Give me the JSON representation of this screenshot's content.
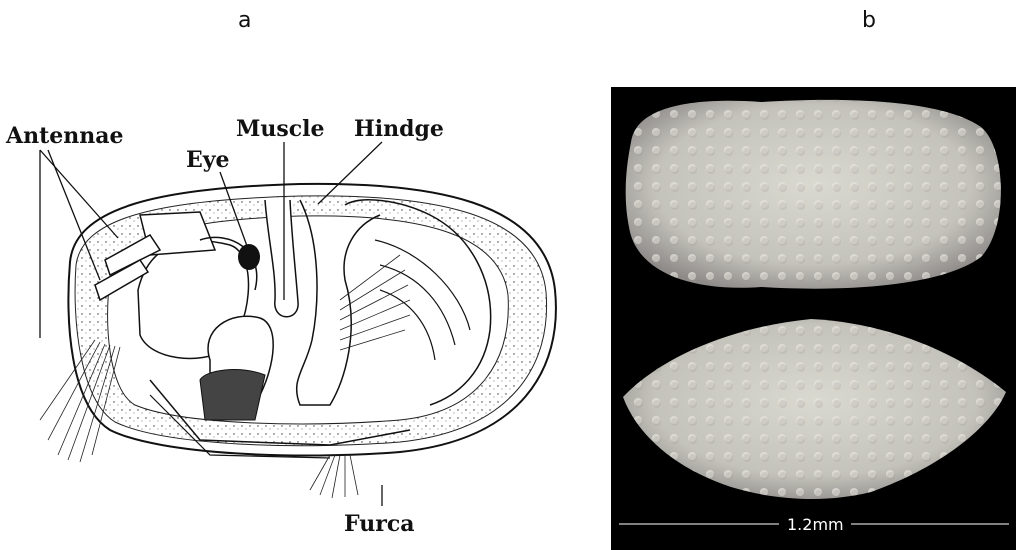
{
  "panels": {
    "a": {
      "letter": "a",
      "labels": {
        "antennae": "Antennae",
        "eye": "Eye",
        "muscle": "Muscle",
        "hinge": "Hindge",
        "furca": "Furca"
      }
    },
    "b": {
      "letter": "b",
      "scale_bar": "1.2mm"
    }
  },
  "colors": {
    "photo_background": "#000000",
    "specimen": "#cfcfc6",
    "line_art": "#111111"
  }
}
